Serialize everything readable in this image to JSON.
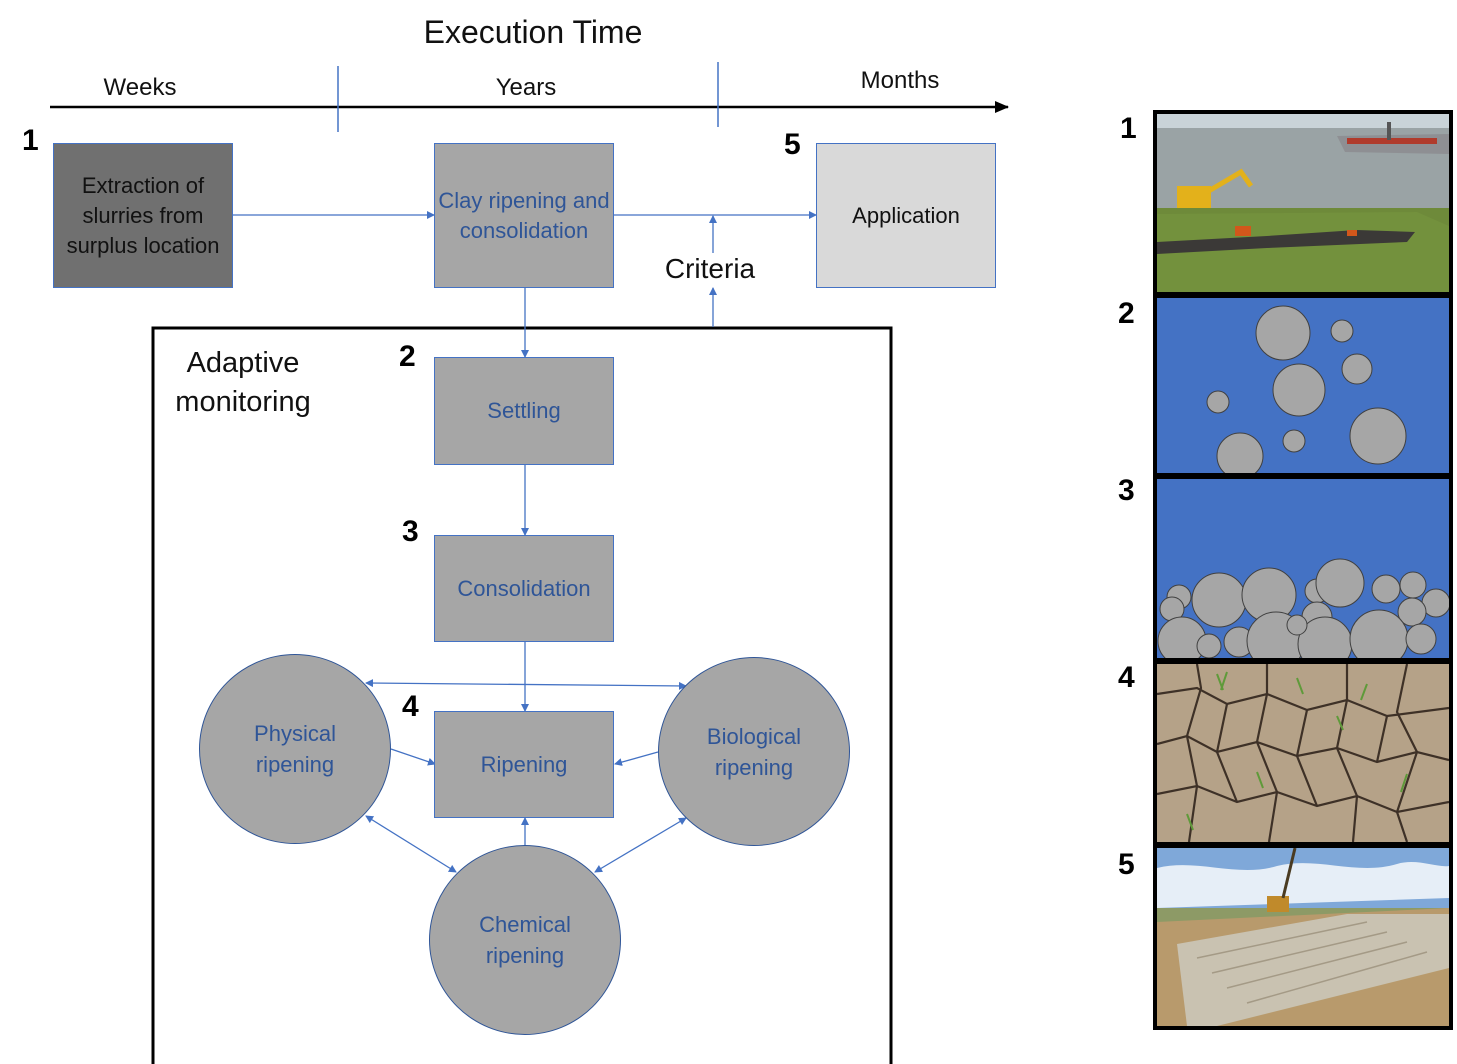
{
  "title": "Execution Time",
  "timeline": {
    "weeks": "Weeks",
    "years": "Years",
    "months": "Months"
  },
  "numbers": {
    "n1": "1",
    "n2": "2",
    "n3": "3",
    "n4": "4",
    "n5": "5"
  },
  "boxes": {
    "extraction": "Extraction of slurries from surplus location",
    "clay": "Clay ripening and consolidation",
    "application": "Application",
    "settling": "Settling",
    "consolidation": "Consolidation",
    "ripening": "Ripening"
  },
  "circles": {
    "physical": "Physical ripening",
    "biological": "Biological ripening",
    "chemical": "Chemical ripening"
  },
  "adaptive_label": "Adaptive monitoring",
  "criteria_label": "Criteria",
  "panels": {
    "p1": "1",
    "p2": "2",
    "p3": "3",
    "p4": "4",
    "p5": "5"
  },
  "colors": {
    "accent": "#4472c4",
    "water": "#4472c4",
    "particle": "#a6a6a6",
    "box_dark": "#707070",
    "box_grey": "#a6a6a6",
    "box_light": "#d9d9d9"
  }
}
